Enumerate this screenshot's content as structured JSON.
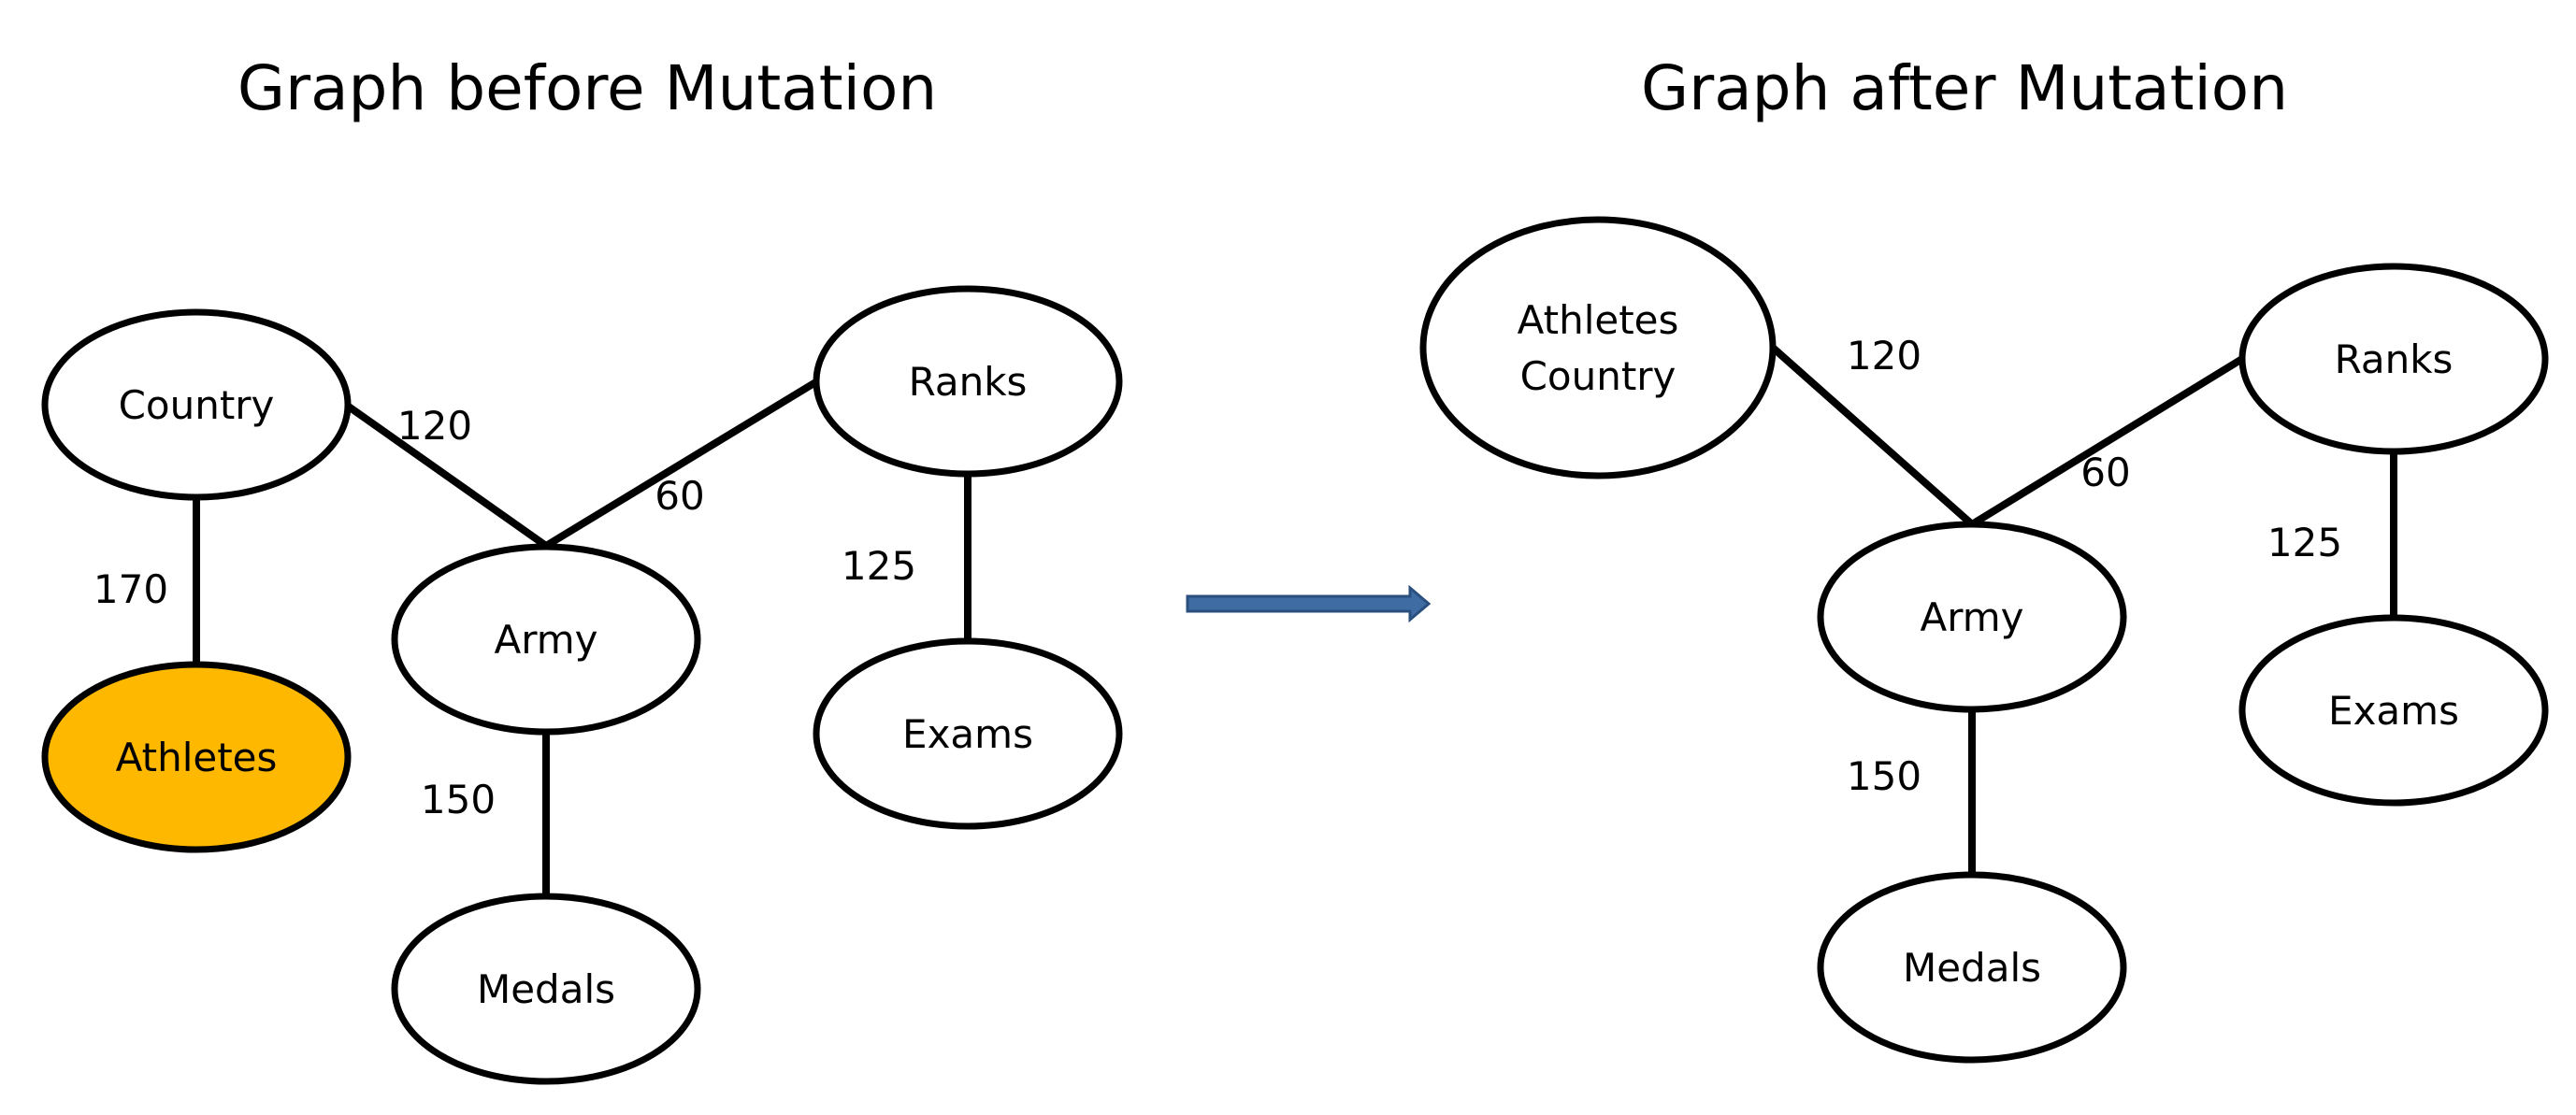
{
  "before": {
    "title": "Graph before Mutation",
    "nodes": [
      {
        "id": "country",
        "lines": [
          "Country"
        ],
        "highlight": false
      },
      {
        "id": "athletes",
        "lines": [
          "Athletes"
        ],
        "highlight": true
      },
      {
        "id": "army",
        "lines": [
          "Army"
        ],
        "highlight": false
      },
      {
        "id": "medals",
        "lines": [
          "Medals"
        ],
        "highlight": false
      },
      {
        "id": "ranks",
        "lines": [
          "Ranks"
        ],
        "highlight": false
      },
      {
        "id": "exams",
        "lines": [
          "Exams"
        ],
        "highlight": false
      }
    ],
    "edges": [
      {
        "from": "country",
        "to": "army",
        "weight": "120"
      },
      {
        "from": "army",
        "to": "ranks",
        "weight": "60"
      },
      {
        "from": "country",
        "to": "athletes",
        "weight": "170"
      },
      {
        "from": "army",
        "to": "medals",
        "weight": "150"
      },
      {
        "from": "ranks",
        "to": "exams",
        "weight": "125"
      }
    ]
  },
  "after": {
    "title": "Graph after Mutation",
    "nodes": [
      {
        "id": "athletes-country",
        "lines": [
          "Athletes",
          "Country"
        ],
        "highlight": false
      },
      {
        "id": "army",
        "lines": [
          "Army"
        ],
        "highlight": false
      },
      {
        "id": "medals",
        "lines": [
          "Medals"
        ],
        "highlight": false
      },
      {
        "id": "ranks",
        "lines": [
          "Ranks"
        ],
        "highlight": false
      },
      {
        "id": "exams",
        "lines": [
          "Exams"
        ],
        "highlight": false
      }
    ],
    "edges": [
      {
        "from": "athletes-country",
        "to": "army",
        "weight": "120"
      },
      {
        "from": "army",
        "to": "ranks",
        "weight": "60"
      },
      {
        "from": "army",
        "to": "medals",
        "weight": "150"
      },
      {
        "from": "ranks",
        "to": "exams",
        "weight": "125"
      }
    ]
  },
  "colors": {
    "highlight_fill": "#FFB800",
    "node_fill": "#FFFFFF",
    "stroke": "#000000",
    "arrow_fill": "#3F6DA3",
    "arrow_stroke": "#2B4F7E"
  },
  "arrow_icon": "right-arrow-icon"
}
